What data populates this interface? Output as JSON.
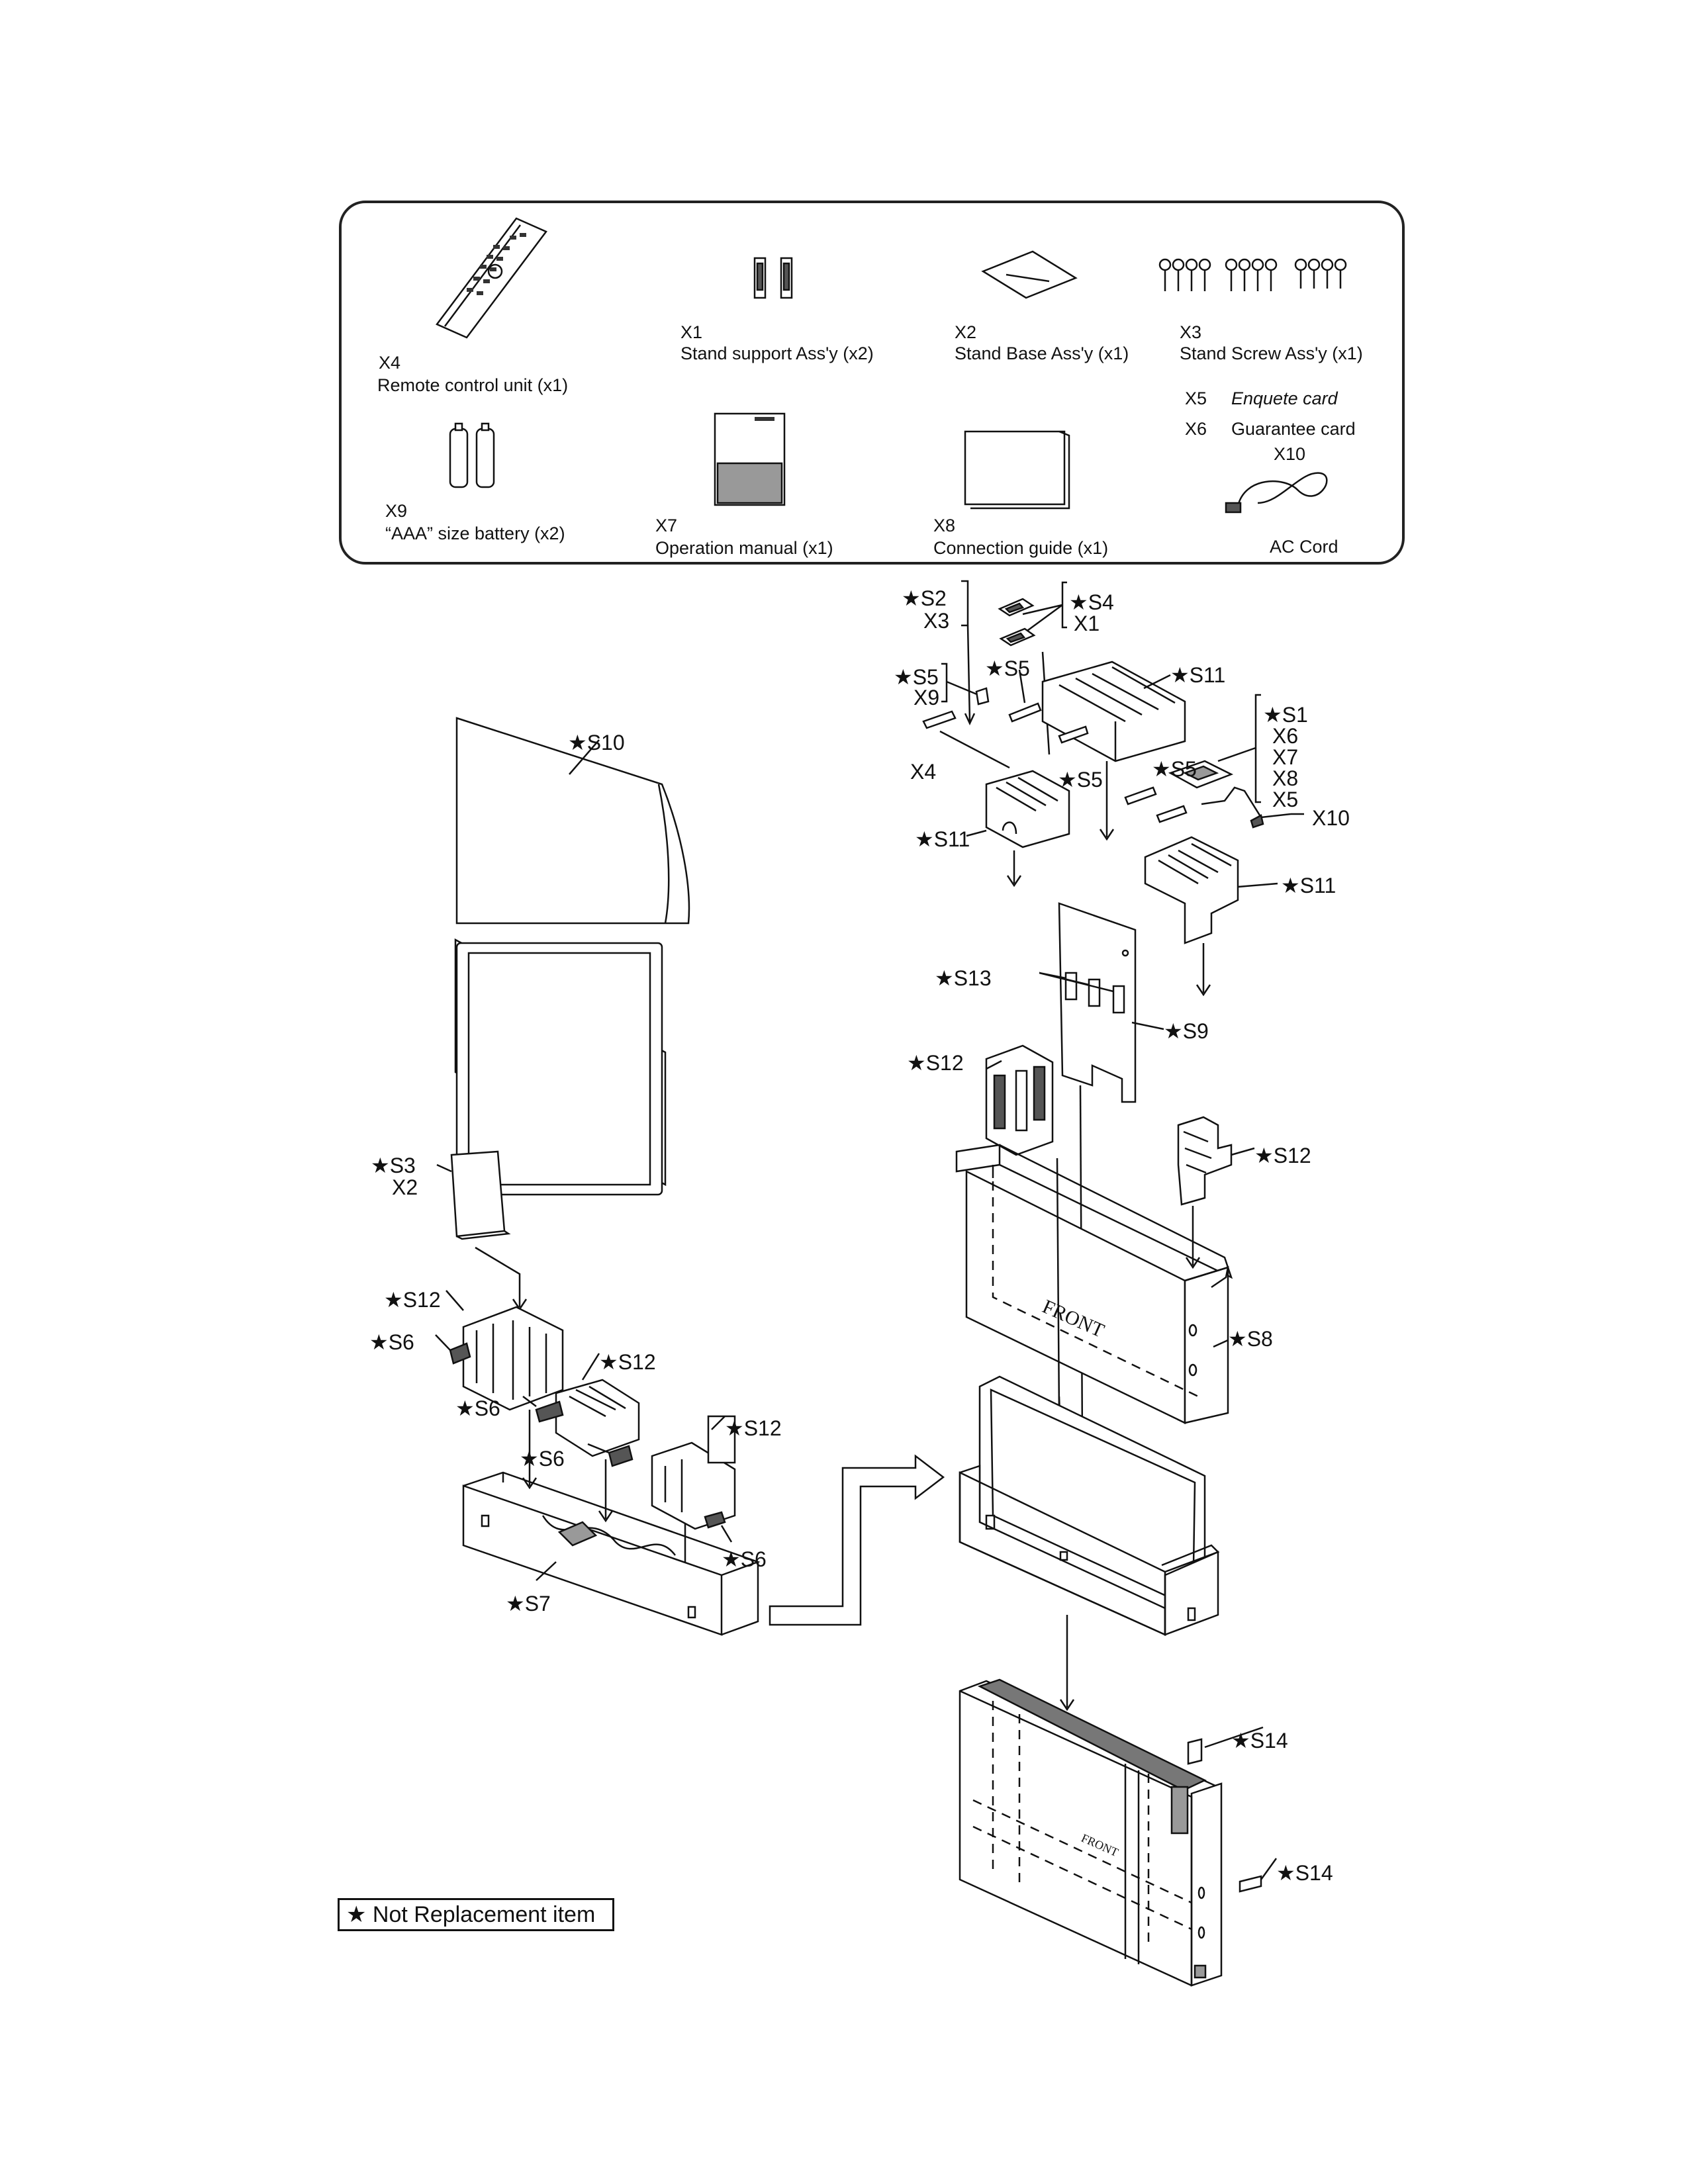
{
  "accessories": {
    "x4_code": "X4",
    "x4_name": "Remote control unit (x1)",
    "x1_code": "X1",
    "x1_name": "Stand support Ass'y (x2)",
    "x2_code": "X2",
    "x2_name": "Stand Base Ass'y (x1)",
    "x3_code": "X3",
    "x3_name": "Stand Screw Ass'y (x1)",
    "x5_code": "X5",
    "x5_name": "Enquete card",
    "x6_code": "X6",
    "x6_name": "Guarantee card",
    "x10_code": "X10",
    "x10_name": "AC Cord",
    "x9_code": "X9",
    "x9_name": "“AAA” size battery (x2)",
    "x7_code": "X7",
    "x7_name": "Operation manual (x1)",
    "x8_code": "X8",
    "x8_name": "Connection guide (x1)"
  },
  "callouts": {
    "s2": "★S2",
    "x3": "X3",
    "s4": "★S4",
    "x1": "X1",
    "s5_a": "★S5",
    "x9": "X9",
    "s5_b": "★S5",
    "s5_c": "★S5",
    "s5_d": "★S5",
    "s11_top": "★S11",
    "s11_left": "★S11",
    "s11_right": "★S11",
    "x4": "X4",
    "s1": "★S1",
    "x6": "X6",
    "x7": "X7",
    "x8": "X8",
    "x5": "X5",
    "x10": "X10",
    "s10": "★S10",
    "s13": "★S13",
    "s9": "★S9",
    "s12_right_top": "★S12",
    "s12_right_mid": "★S12",
    "s3": "★S3",
    "x2": "X2",
    "s12_a": "★S12",
    "s12_b": "★S12",
    "s12_c": "★S12",
    "s6_a": "★S6",
    "s6_b": "★S6",
    "s6_c": "★S6",
    "s6_d": "★S6",
    "s7": "★S7",
    "s8": "★S8",
    "s14_a": "★S14",
    "s14_b": "★S14"
  },
  "box_text": {
    "front_1": "FRONT",
    "front_2": "FRONT"
  },
  "legend": "★ Not Replacement item"
}
